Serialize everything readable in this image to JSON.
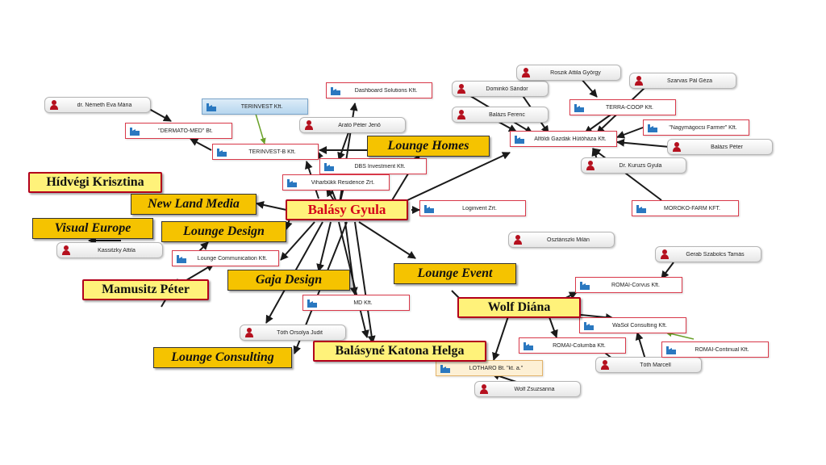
{
  "colors": {
    "edge": "#1a1a1a",
    "edge_green": "#6aa12a",
    "company_border": "#d9394a",
    "tag_fill": "#f5c300",
    "center_text": "#d4001a"
  },
  "network": {
    "persons": {
      "nemeth": "dr. Németh Éva Mária",
      "arato": "Arató Péter Jenő",
      "dominko": "Dominkó Sándor",
      "roszik": "Roszik Attila György",
      "szarvas": "Szarvas Pál Géza",
      "balazs_ferenc": "Balázs Ferenc",
      "balazs_peter": "Balázs Péter",
      "kuruzs": "Dr. Kuruzs Gyula",
      "osztanszki": "Osztánszki Milán",
      "kassitzky": "Kassitzky Attila",
      "geraib": "Gerab Szabolcs Tamás",
      "toth_orsolya": "Tóth Orsolya Judit",
      "toth_marcell": "Tóth Marcell",
      "wolf_zsuzsanna": "Wolf Zsuzsanna"
    },
    "companies": {
      "terinvest": "TERINVEST Kft.",
      "dashboard": "Dashboard Solutions Kft.",
      "dermato": "\"DERMATO-MED\" Bt.",
      "terinvest_b": "TERINVEST-B Kft.",
      "dbs": "DBS Investment Kft.",
      "viharbukk": "Viharbükk Residence Zrt.",
      "alfoldi": "Alföldi Gazdák Hűtőháza Kft.",
      "terra_coop": "TERRA-COOP Kft.",
      "nagymagocsi": "\"Nagymágocsi Farmer\" Kft.",
      "moroko": "MOROKO-FARM KFT.",
      "loginvent": "Loginvent Zrt.",
      "lounge_comm": "Lounge Communication Kft.",
      "md": "MD Kft.",
      "romai_corvus": "RÓMAI-Corvus Kft.",
      "wasol": "WaSol Consulting Kft.",
      "romai_columba": "RÓMAI-Columba Kft.",
      "romai_continual": "RÓMAI-Continual Kft.",
      "lotharo": "LOTHARO Bt. \"kt. a.\""
    },
    "tags": {
      "center": "Balásy Gyula",
      "hidvegi": "Hídvégi Krisztina",
      "new_land": "New Land Media",
      "visual_europe": "Visual Europe",
      "lounge_design": "Lounge Design",
      "lounge_homes": "Lounge Homes",
      "mamusitz": "Mamusitz Péter",
      "gaja": "Gaja Design",
      "lounge_event": "Lounge Event",
      "wolf_diana": "Wolf Diána",
      "lounge_consulting": "Lounge Consulting",
      "balasyne": "Balásyné Katona Helga"
    }
  }
}
